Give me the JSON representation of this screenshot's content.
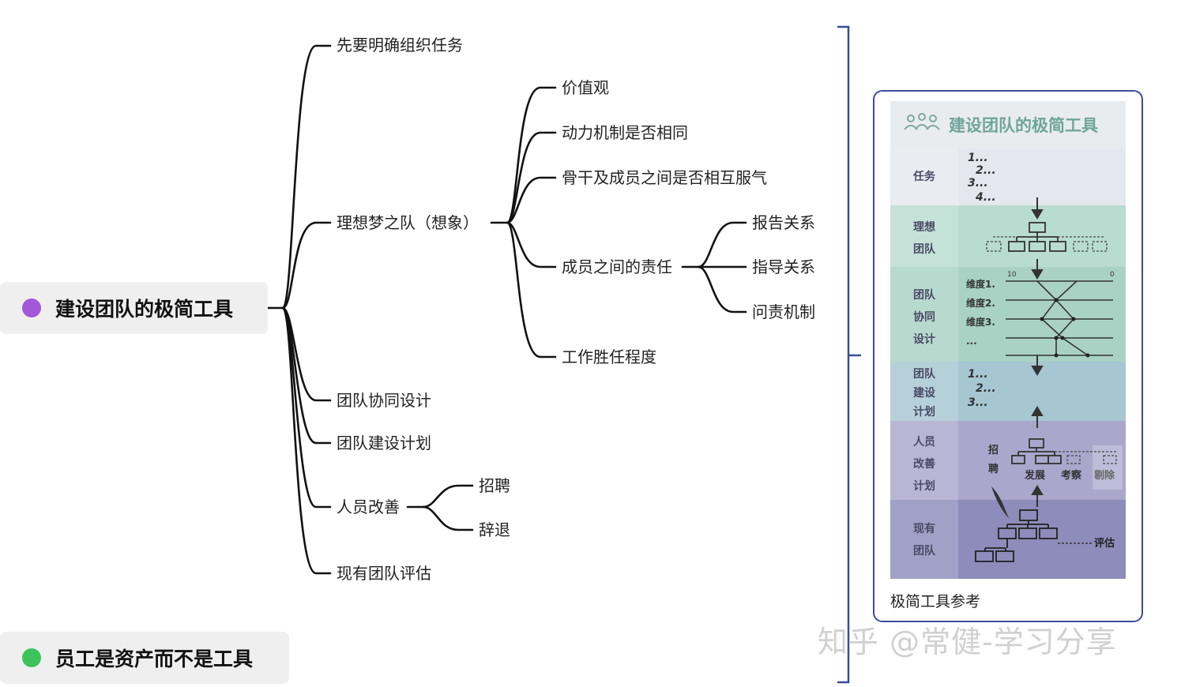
{
  "root_main": {
    "label": "建设团队的极简工具",
    "dot_color": "#a259d9"
  },
  "root_second": {
    "label": "员工是资产而不是工具",
    "dot_color": "#3cc35a"
  },
  "branches": {
    "task": "先要明确组织任务",
    "dream": "理想梦之队（想象）",
    "values": "价值观",
    "motive": "动力机制是否相同",
    "respect": "骨干及成员之间是否相互服气",
    "duty": "成员之间的责任",
    "report": "报告关系",
    "guide": "指导关系",
    "account": "问责机制",
    "competence": "工作胜任程度",
    "collab": "团队协同设计",
    "plan": "团队建设计划",
    "improve": "人员改善",
    "recruit": "招聘",
    "dismiss": "辞退",
    "assess": "现有团队评估"
  },
  "reference_card": {
    "caption": "极简工具参考",
    "image": {
      "title": "建设团队的极简工具",
      "rows": {
        "task": "任务",
        "ideal": [
          "理想",
          "团队"
        ],
        "collab": [
          "团队",
          "协同",
          "设计"
        ],
        "build": [
          "团队",
          "建设",
          "计划"
        ],
        "people": [
          "人员",
          "改善",
          "计划"
        ],
        "current": [
          "现有",
          "团队"
        ]
      },
      "list_items": [
        "1...",
        "2...",
        "3...",
        "4..."
      ],
      "dims": [
        "维度1.",
        "维度2.",
        "维度3.",
        "..."
      ],
      "scale_left": "10",
      "scale_right": "0",
      "recruit_vertical": [
        "招",
        "聘"
      ],
      "develop": "发展",
      "inspect": "考察",
      "remove": "剔除",
      "evaluate": "评估",
      "row_colors": [
        "#e4e8ee",
        "#b9dcd0",
        "#a9d2c4",
        "#a6c6d2",
        "#aaa6cc",
        "#8d8cbb"
      ]
    }
  },
  "watermark": "知乎 @常健-学习分享",
  "colors": {
    "line": "#111111",
    "bracket": "#3a4d9a"
  }
}
